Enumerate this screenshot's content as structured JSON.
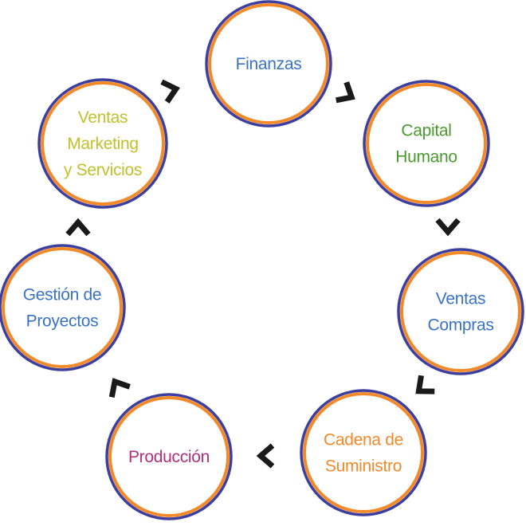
{
  "colors": {
    "ring_outer": "#3d3f9e",
    "ring_inner": "#f28a2a",
    "arrow": "#1a1a1a"
  },
  "arrow_icon": "chevron-icon",
  "nodes": [
    {
      "id": "finanzas",
      "lines": [
        "Finanzas"
      ],
      "color": "#3a73c4"
    },
    {
      "id": "capital-humano",
      "lines": [
        "Capital",
        "Humano"
      ],
      "color": "#4a9a2f"
    },
    {
      "id": "ventas-compras",
      "lines": [
        "Ventas",
        "Compras"
      ],
      "color": "#3a73c4"
    },
    {
      "id": "cadena-de-suministro",
      "lines": [
        "Cadena de",
        "Suministro"
      ],
      "color": "#f28a2a"
    },
    {
      "id": "produccion",
      "lines": [
        "Producción"
      ],
      "color": "#b1307e"
    },
    {
      "id": "gestion-de-proyectos",
      "lines": [
        "Gestión de",
        "Proyectos"
      ],
      "color": "#3a73c4"
    },
    {
      "id": "ventas-marketing-servicios",
      "lines": [
        "Ventas",
        "Marketing",
        "y Servicios"
      ],
      "color": "#c2c02c"
    }
  ]
}
